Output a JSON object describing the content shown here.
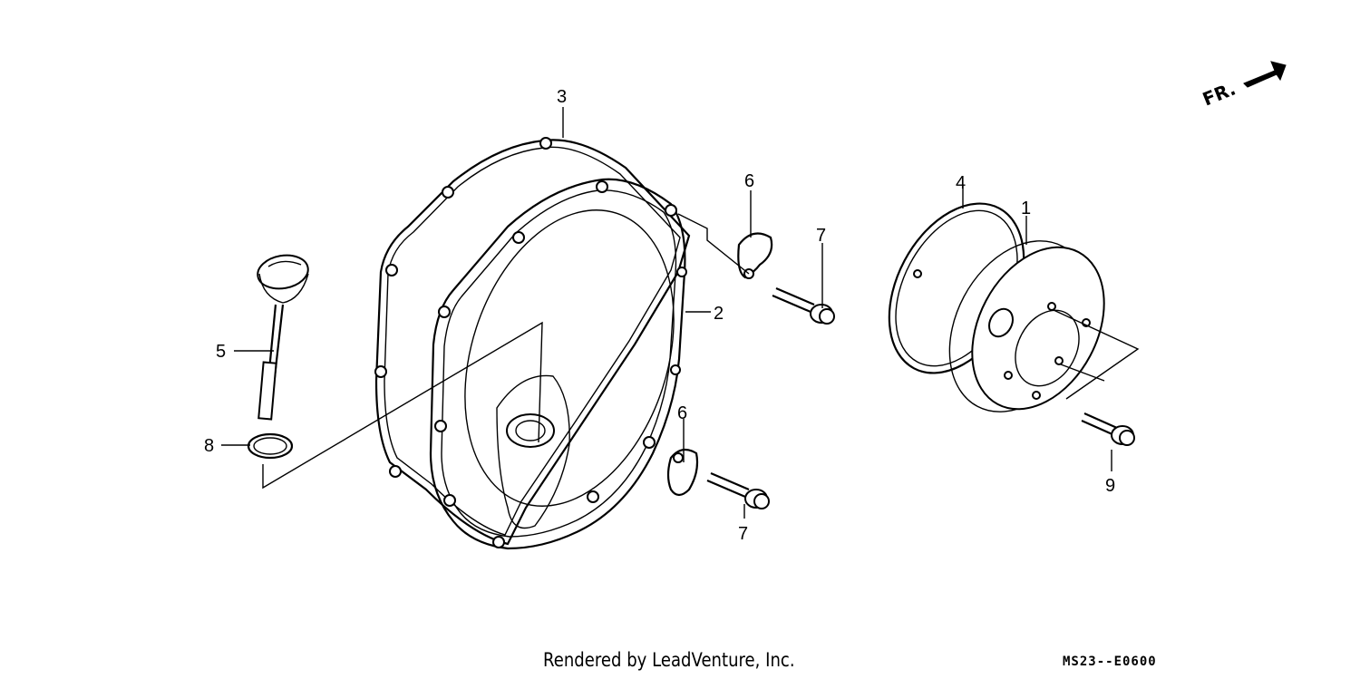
{
  "orientation_label": "FR.",
  "credit": "Rendered by LeadVenture, Inc.",
  "diagram_code": "MS23--E0600",
  "callouts": {
    "p1": "1",
    "p2": "2",
    "p3": "3",
    "p4": "4",
    "p5": "5",
    "p6a": "6",
    "p6b": "6",
    "p7a": "7",
    "p7b": "7",
    "p8": "8",
    "p9": "9"
  },
  "icons": [
    "front-direction-arrow-icon"
  ]
}
